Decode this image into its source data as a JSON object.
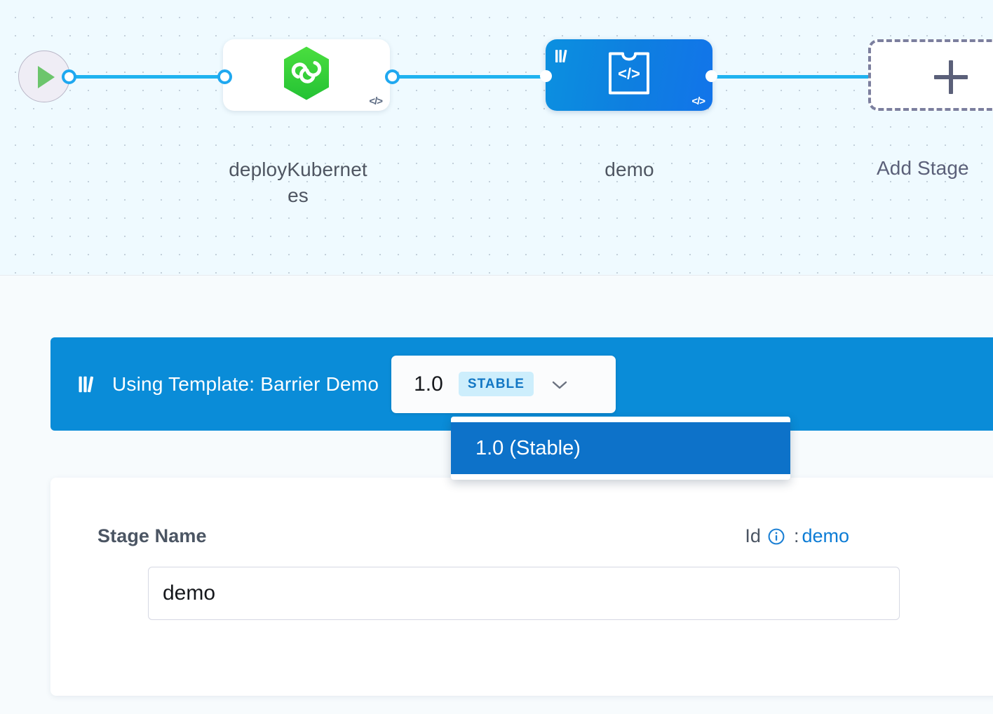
{
  "canvas": {
    "start_node": {
      "icon": "play-icon"
    },
    "nodes": [
      {
        "id": "deployKubernetes",
        "label": "deployKubernetes",
        "label_line1": "deployKubernet",
        "label_line2": "es",
        "icon": "harness-cd-hexagon-icon",
        "code_badge": "</>",
        "selected": false
      },
      {
        "id": "demo",
        "label": "demo",
        "icon": "custom-stage-template-icon",
        "code_badge": "</>",
        "template_badge": "template-library-icon",
        "selected": true
      }
    ],
    "add_stage": {
      "label": "Add Stage",
      "icon": "plus-icon"
    }
  },
  "template_bar": {
    "icon": "template-library-icon",
    "text": "Using Template: Barrier Demo",
    "version_selector": {
      "value": "1.0",
      "tag": "STABLE",
      "chevron": "chevron-down-icon"
    },
    "dropdown": {
      "open": true,
      "options": [
        {
          "label": "1.0 (Stable)",
          "selected": true
        }
      ]
    }
  },
  "config_card": {
    "field_label": "Stage Name",
    "id_label": "Id",
    "id_info_icon": "info-circle-icon",
    "id_separator": ":",
    "id_value": "demo",
    "stage_name_input": {
      "value": "demo",
      "placeholder": "Stage Name"
    }
  },
  "colors": {
    "accent_blue": "#0a8cd8",
    "edge_blue": "#1fb3f0",
    "selected_node_blue": "#0e7fe0",
    "menu_selected": "#0d72c9",
    "tag_bg": "#cdeefc",
    "tag_text": "#1277c4",
    "link_blue": "#0c7cd5",
    "canvas_bg": "#effaff",
    "panel_bg": "#f7fbfd",
    "play_green": "#6cc56c",
    "hex_green": "#3fc23f"
  }
}
